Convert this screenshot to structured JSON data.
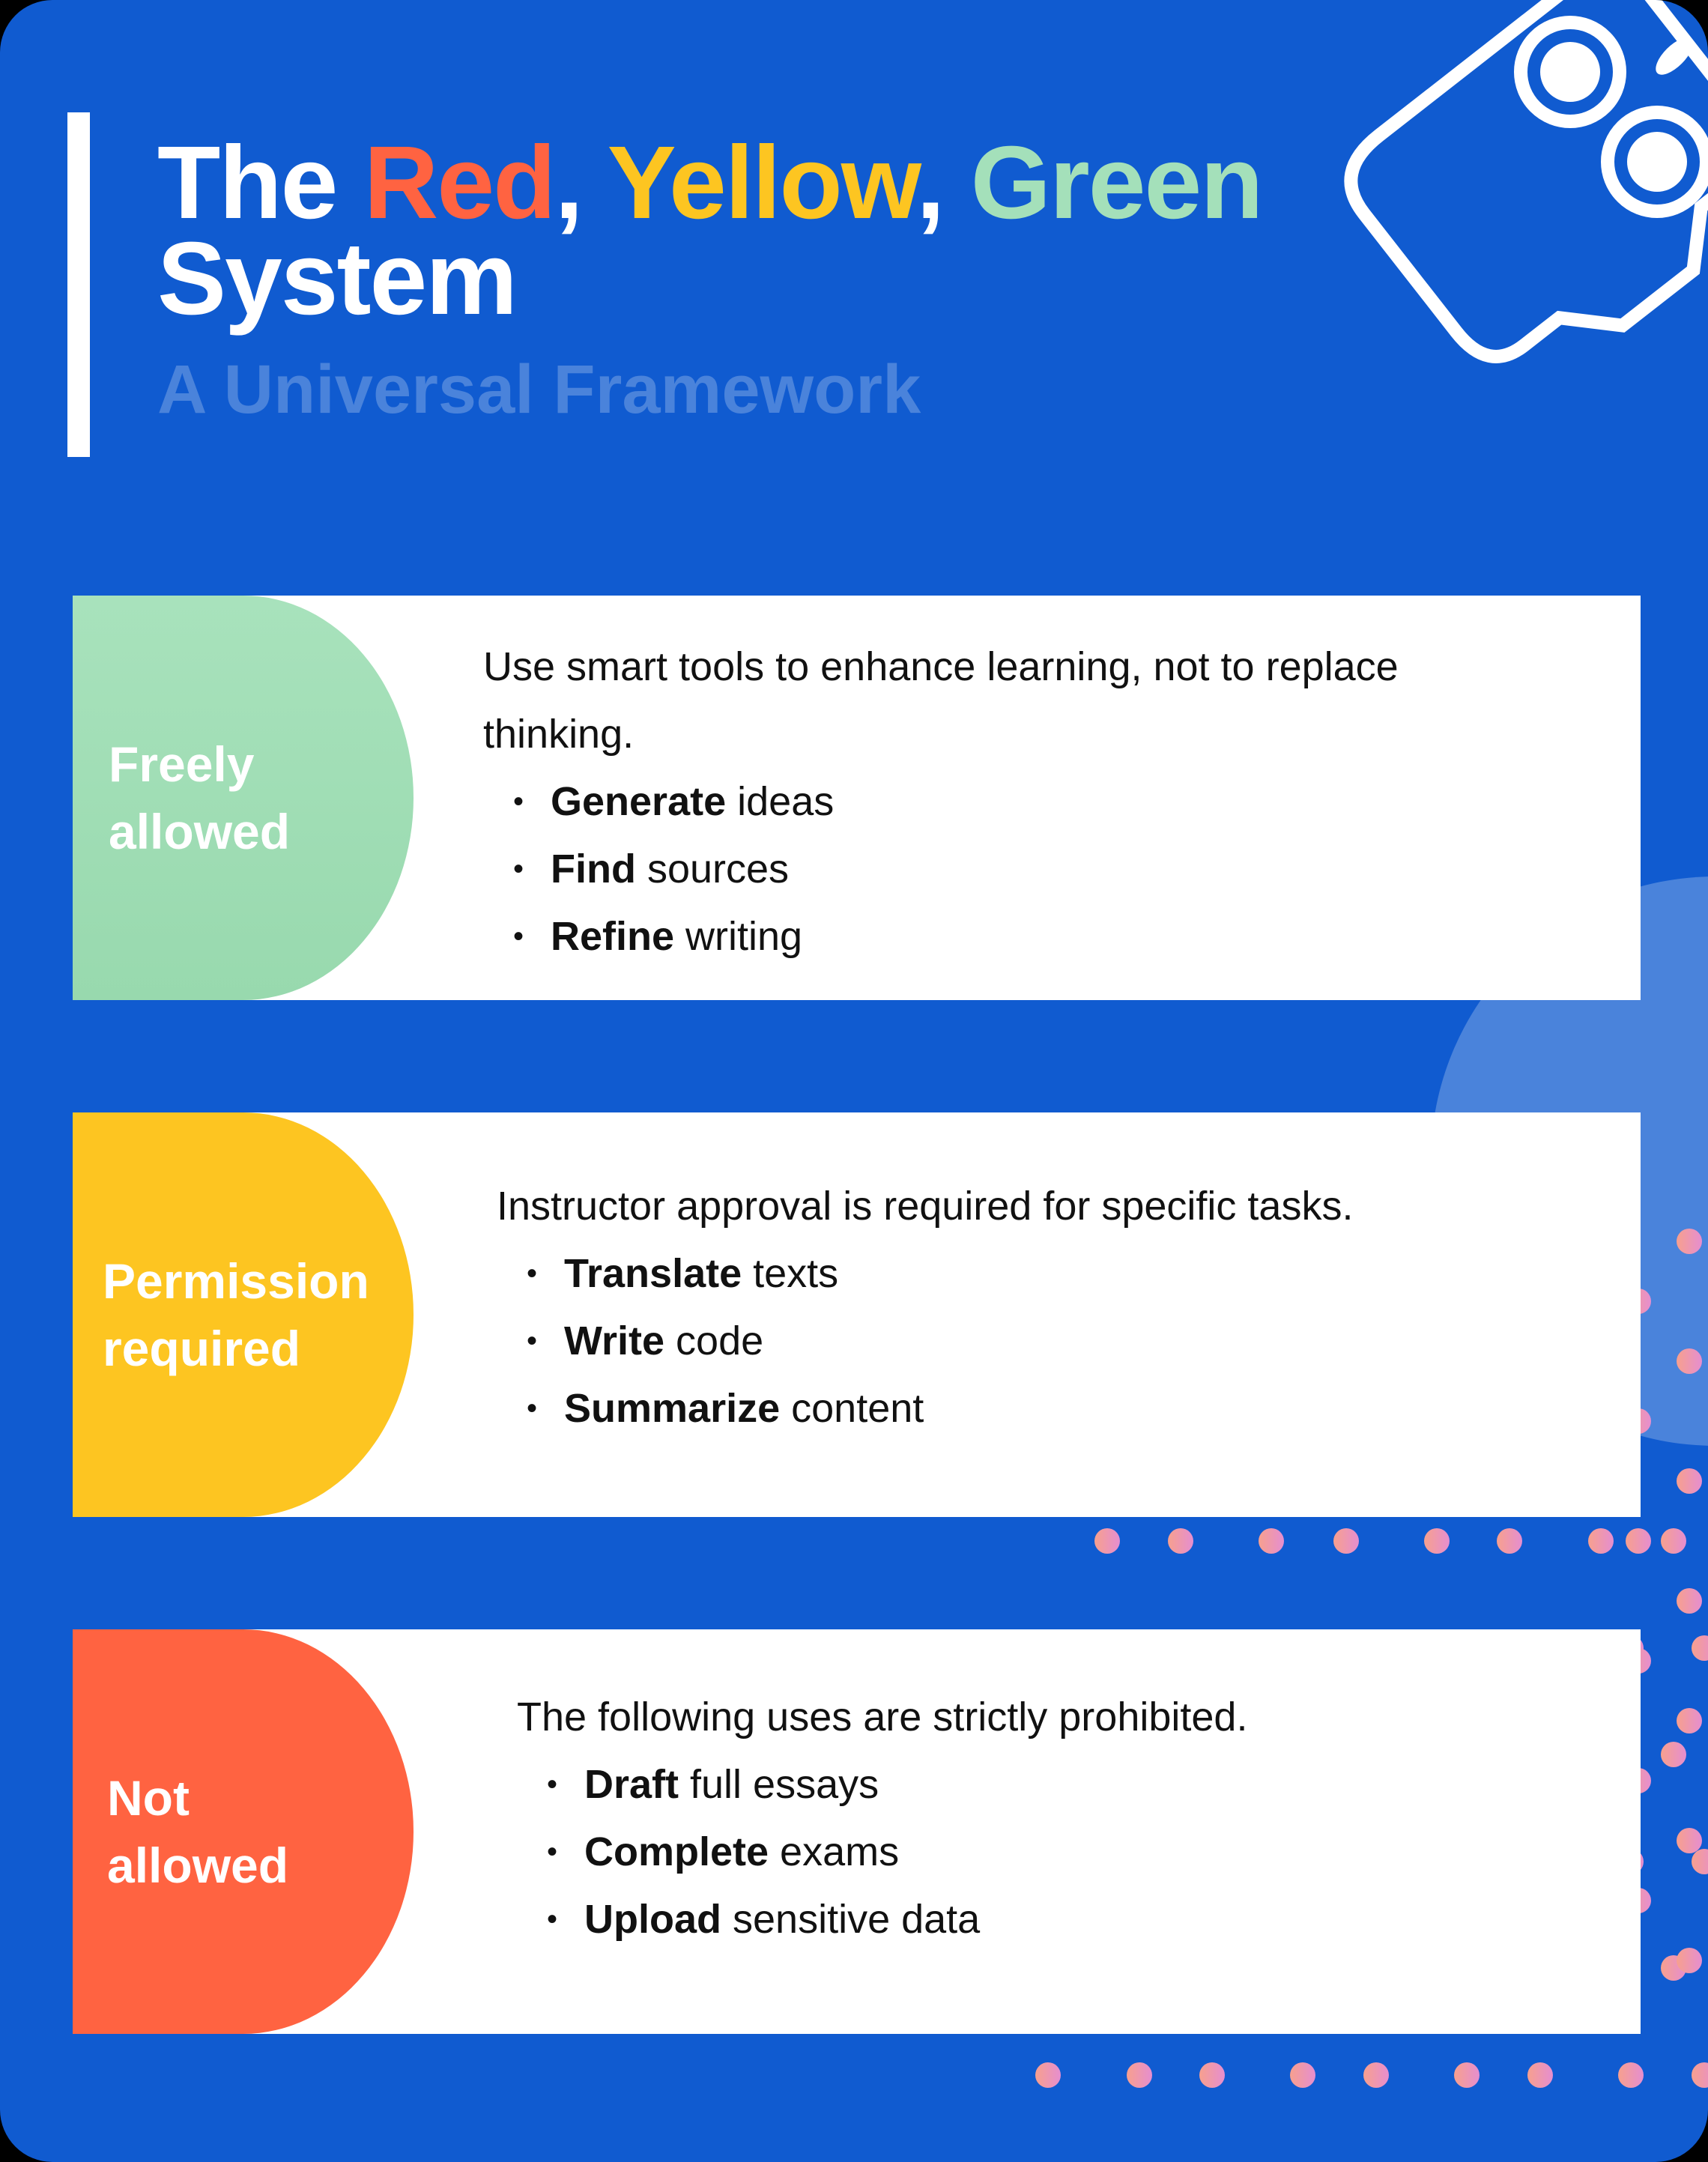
{
  "header": {
    "title_parts": [
      {
        "text": "The ",
        "color": "#FFFFFF"
      },
      {
        "text": "Red",
        "color": "#FF6341"
      },
      {
        "text": ", ",
        "color": "#FFFFFF"
      },
      {
        "text": "Yellow",
        "color": "#FDC521"
      },
      {
        "text": ", ",
        "color": "#FFFFFF"
      },
      {
        "text": "Green",
        "color": "#A4E0BA"
      }
    ],
    "title_line2": "System",
    "subtitle": "A Universal Framework",
    "icon": "game-controller-icon"
  },
  "colors": {
    "background": "#105BD0",
    "circle": "#4A83DB",
    "green": "#A4E0BA",
    "yellow": "#FDC521",
    "red": "#FF6341",
    "dot_gradient": [
      "#F7A08E",
      "#E58ED0"
    ]
  },
  "cards": [
    {
      "label_line1": "Freely",
      "label_line2": "allowed",
      "color": "#9ADAB0",
      "intro": "Use smart tools to enhance learning, not to replace thinking.",
      "items": [
        {
          "bold": "Generate",
          "rest": " ideas"
        },
        {
          "bold": "Find",
          "rest": " sources"
        },
        {
          "bold": "Refine",
          "rest": " writing"
        }
      ]
    },
    {
      "label_line1": "Permission",
      "label_line2": "required",
      "color": "#FDC521",
      "intro": "Instructor approval is required for specific tasks.",
      "items": [
        {
          "bold": "Translate",
          "rest": " texts"
        },
        {
          "bold": "Write",
          "rest": " code"
        },
        {
          "bold": "Summarize",
          "rest": " content"
        }
      ]
    },
    {
      "label_line1": "Not",
      "label_line2": "allowed",
      "color": "#FF6341",
      "intro": "The following uses are strictly prohibited.",
      "items": [
        {
          "bold": "Draft",
          "rest": " full essays"
        },
        {
          "bold": "Complete",
          "rest": " exams"
        },
        {
          "bold": "Upload",
          "rest": " sensitive data"
        }
      ]
    }
  ]
}
